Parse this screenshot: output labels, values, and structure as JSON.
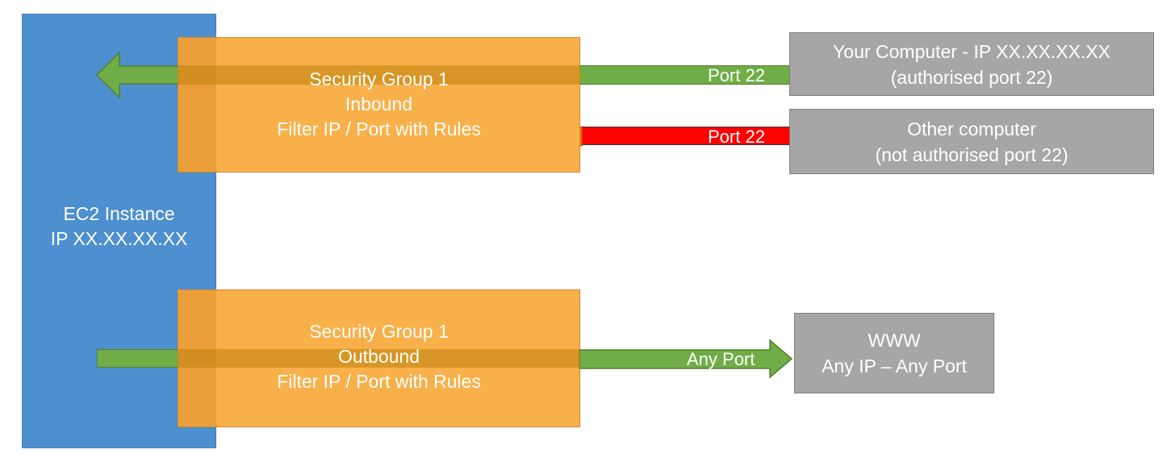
{
  "colors": {
    "instance": "#4D8FCF",
    "security_group": "#F8B04A",
    "allowed": "#70AD47",
    "blocked": "#FF0000",
    "blocked_arrow": "#F2700C",
    "endpoint": "#A6A6A6",
    "text_on_fill": "#FFFFFF"
  },
  "instance": {
    "label": "EC2 Instance\nIP XX.XX.XX.XX"
  },
  "security_groups": {
    "inbound": {
      "title": "Security Group 1",
      "direction": "Inbound",
      "rule": "Filter IP / Port with Rules"
    },
    "outbound": {
      "title": "Security Group 1",
      "direction": "Outbound",
      "rule": "Filter IP / Port with Rules"
    }
  },
  "flows": {
    "allowed_inbound": {
      "port_label": "Port 22",
      "status": "allowed"
    },
    "blocked_inbound": {
      "port_label": "Port 22",
      "status": "blocked"
    },
    "allowed_outbound": {
      "port_label": "Any Port",
      "status": "allowed"
    }
  },
  "endpoints": {
    "your_computer": {
      "label": "Your Computer - IP XX.XX.XX.XX\n(authorised port 22)"
    },
    "other_computer": {
      "label": "Other computer\n(not authorised port 22)"
    },
    "www": {
      "label": "WWW\nAny IP – Any Port"
    }
  }
}
